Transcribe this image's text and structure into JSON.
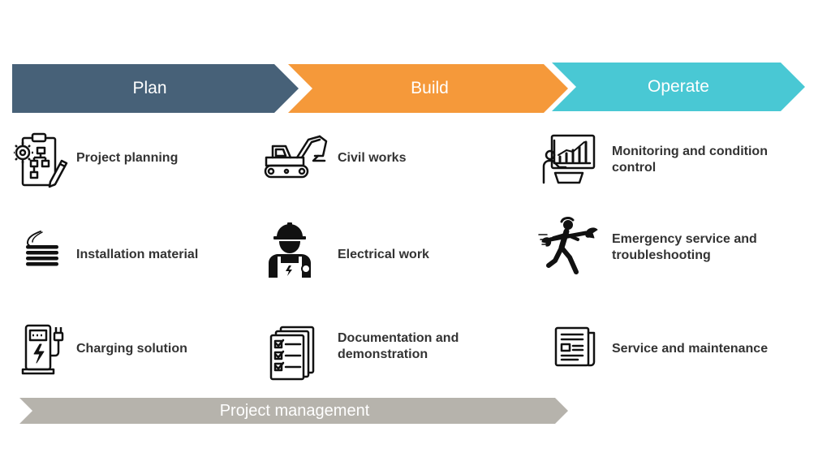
{
  "phases": [
    {
      "label": "Plan",
      "color": "#476178"
    },
    {
      "label": "Build",
      "color": "#F5993A"
    },
    {
      "label": "Operate",
      "color": "#49C8D4"
    }
  ],
  "project_management": {
    "label": "Project management",
    "color": "#B6B3AC"
  },
  "columns": {
    "plan": [
      {
        "label": "Project planning",
        "icon": "project-planning-icon"
      },
      {
        "label": "Installation material",
        "icon": "cable-coil-icon"
      },
      {
        "label": "Charging solution",
        "icon": "ev-charger-icon"
      }
    ],
    "build": [
      {
        "label": "Civil works",
        "icon": "excavator-icon"
      },
      {
        "label": "Electrical work",
        "icon": "electrician-icon"
      },
      {
        "label": "Documentation and\ndemonstration",
        "icon": "checklist-documents-icon"
      }
    ],
    "operate": [
      {
        "label": "Monitoring and condition\ncontrol",
        "icon": "monitoring-chart-icon"
      },
      {
        "label": "Emergency service and\ntroubleshooting",
        "icon": "running-mechanic-icon"
      },
      {
        "label": "Service and maintenance",
        "icon": "service-document-icon"
      }
    ]
  }
}
